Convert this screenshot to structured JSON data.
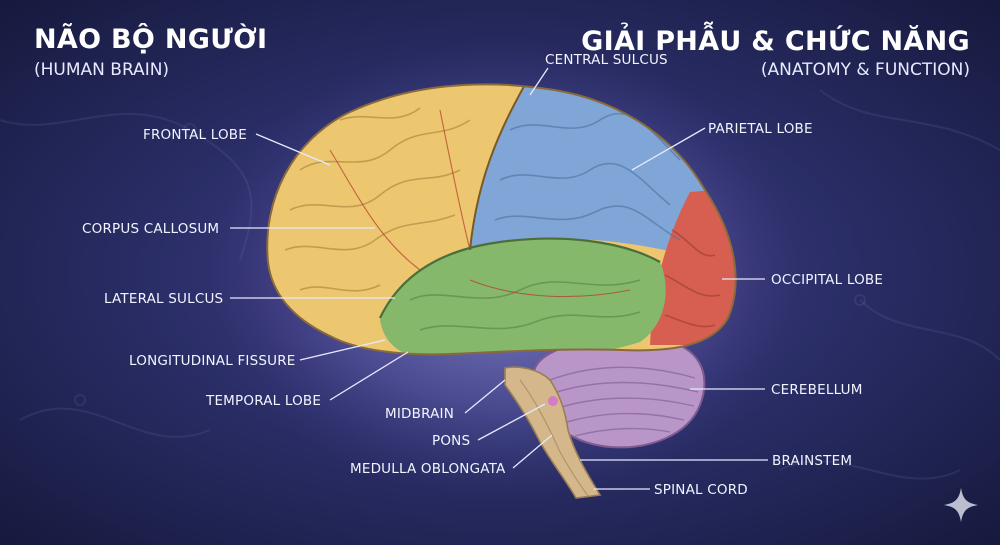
{
  "header": {
    "title": "NÃO BỘ NGƯỜI",
    "subtitle": "(HUMAN BRAIN)",
    "title_right": "GIẢI PHẪU & CHỨC NĂNG",
    "subtitle_right": "(ANATOMY & FUNCTION)"
  },
  "labels": {
    "central_sulcus": "CENTRAL SULCUS",
    "frontal_lobe": "FRONTAL LOBE",
    "parietal_lobe": "PARIETAL LOBE",
    "corpus_callosum": "CORPUS CALLOSUM",
    "occipital_lobe": "OCCIPITAL LOBE",
    "lateral_sulcus": "LATERAL SULCUS",
    "longitudinal_fissure": "LONGITUDINAL FISSURE",
    "cerebellum": "CEREBELLUM",
    "temporal_lobe": "TEMPORAL LOBE",
    "midbrain": "MIDBRAIN",
    "pons": "PONS",
    "brainstem": "BRAINSTEM",
    "medulla_oblongata": "MEDULLA OBLONGATA",
    "spinal_cord": "SPINAL CORD"
  },
  "colors": {
    "frontal": "#ecc76f",
    "parietal": "#7fa6d6",
    "occipital": "#d65f52",
    "temporal": "#86b86b",
    "cerebellum": "#b896c8",
    "brainstem": "#d4b78a",
    "glow": "#8fa3ff"
  },
  "icons": {
    "corner": "sparkle-icon"
  }
}
